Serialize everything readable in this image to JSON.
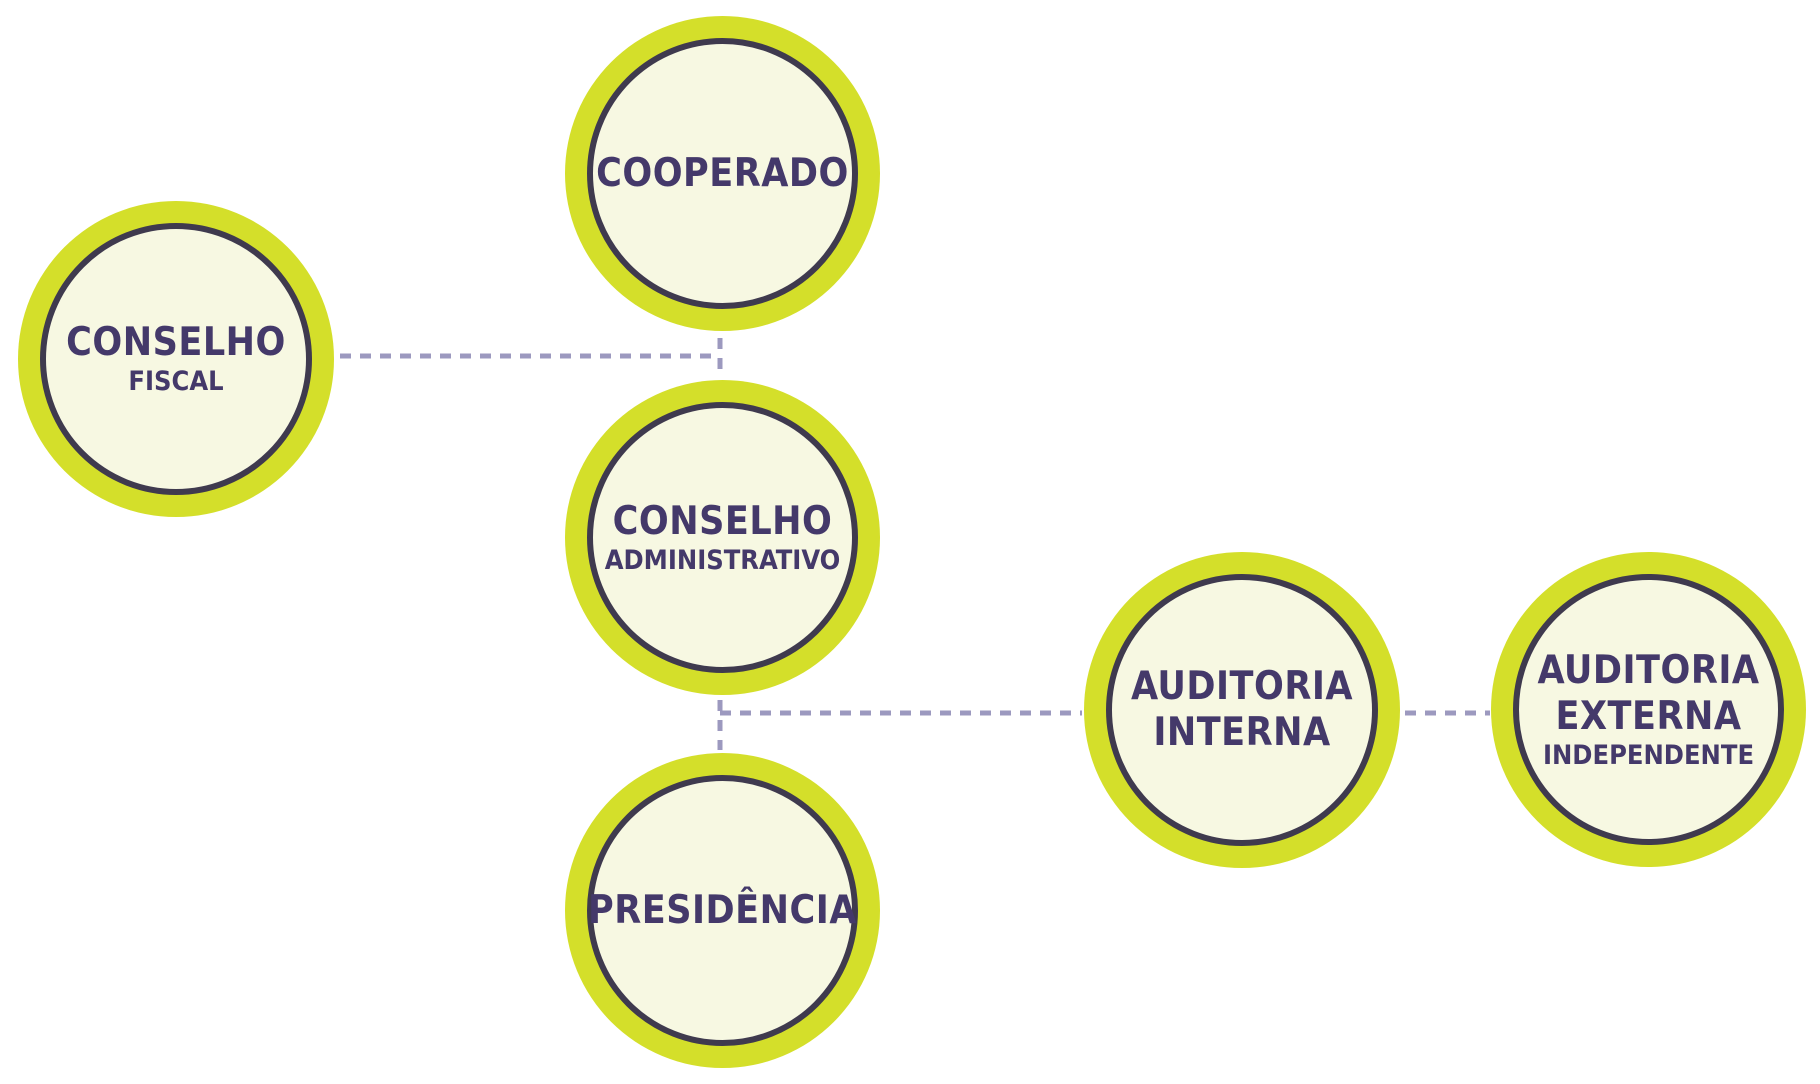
{
  "colors": {
    "ring": "#d4df2a",
    "fill": "#f7f8e2",
    "border": "#3f3a4e",
    "text": "#44396a",
    "connector": "#9c99bf"
  },
  "nodes": {
    "cooperado": {
      "lines": [
        "COOPERADO"
      ]
    },
    "conselho_fiscal": {
      "lines": [
        "CONSELHO"
      ],
      "sub": "FISCAL"
    },
    "conselho_administrativo": {
      "lines": [
        "CONSELHO"
      ],
      "sub": "ADMINISTRATIVO"
    },
    "presidencia": {
      "lines": [
        "PRESIDÊNCIA"
      ]
    },
    "auditoria_interna": {
      "lines": [
        "AUDITORIA",
        "INTERNA"
      ]
    },
    "auditoria_externa": {
      "lines": [
        "AUDITORIA",
        "EXTERNA"
      ],
      "sub": "INDEPENDENTE"
    }
  }
}
